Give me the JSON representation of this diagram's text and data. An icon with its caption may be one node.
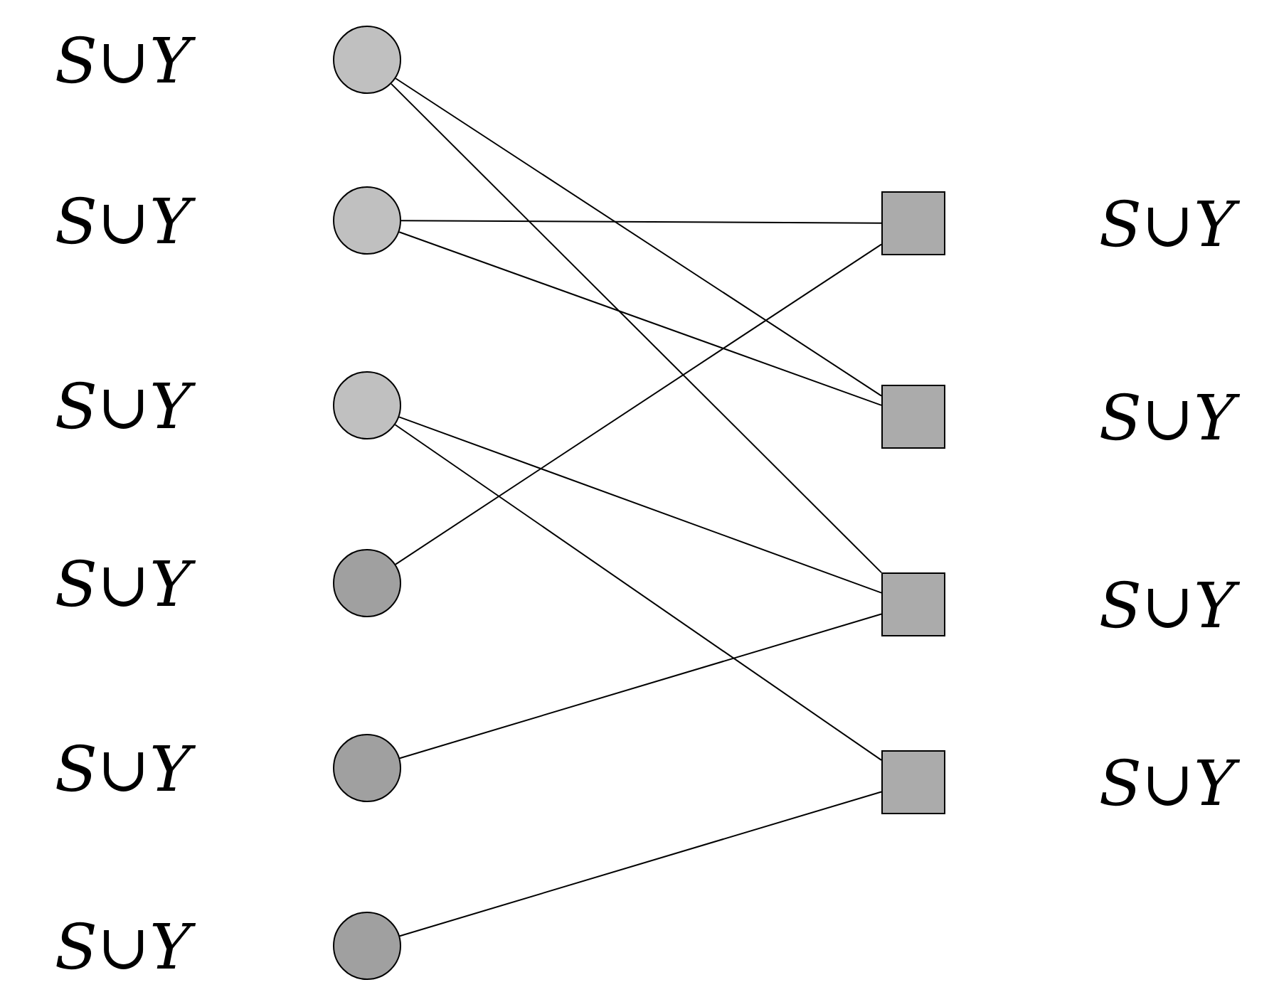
{
  "diagram": {
    "nodes": [
      {
        "text": [],
        "shape": "circle",
        "beside": [
          "*S*∪*Y*"
        ]
      },
      {
        "text": [],
        "shape": "circle",
        "beside": [
          "*S*∪*Y*"
        ]
      },
      {
        "text": [],
        "shape": "circle",
        "beside": [
          "*S*∪*Y*"
        ]
      },
      {
        "text": [],
        "shape": "circle",
        "beside": [
          "*S*∪*Y*"
        ]
      },
      {
        "text": [],
        "shape": "circle",
        "beside": [
          "*S*∪*Y*"
        ]
      },
      {
        "text": [],
        "shape": "circle",
        "beside": [
          "*S*∪*Y*"
        ]
      },
      {
        "text": [],
        "shape": "box",
        "beside": [
          "*S*∪*Y*"
        ]
      },
      {
        "text": [],
        "shape": "box",
        "beside": [
          "*S*∪*Y*"
        ]
      },
      {
        "text": [],
        "shape": "box",
        "beside": [
          "*S*∪*Y*"
        ]
      },
      {
        "text": [],
        "shape": "box",
        "beside": [
          "*S*∪*Y*"
        ]
      }
    ],
    "edges": [
      {
        "from": 0,
        "to": 7,
        "arrow": "none"
      },
      {
        "from": 0,
        "to": 8,
        "arrow": "none"
      },
      {
        "from": 1,
        "to": 6,
        "arrow": "none"
      },
      {
        "from": 1,
        "to": 7,
        "arrow": "none"
      },
      {
        "from": 2,
        "to": 8,
        "arrow": "none"
      },
      {
        "from": 2,
        "to": 9,
        "arrow": "none"
      },
      {
        "from": 3,
        "to": 6,
        "arrow": "none"
      },
      {
        "from": 4,
        "to": 8,
        "arrow": "none"
      },
      {
        "from": 5,
        "to": 9,
        "arrow": "none"
      }
    ]
  }
}
